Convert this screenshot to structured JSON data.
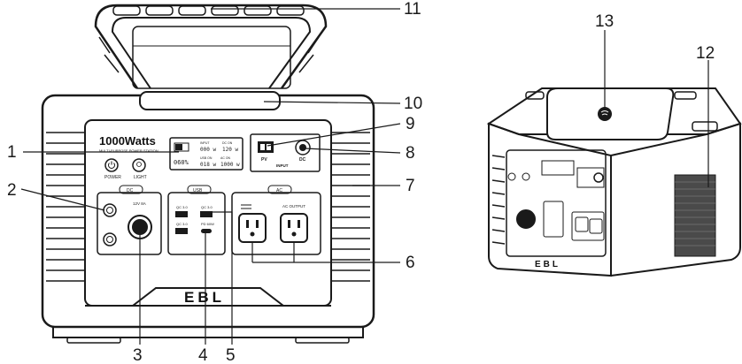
{
  "callouts": [
    "1",
    "2",
    "3",
    "4",
    "5",
    "6",
    "7",
    "8",
    "9",
    "10",
    "11",
    "12",
    "13"
  ],
  "device": {
    "brand_label": "1000Watts",
    "subtitle": "MULTI-PURPOSE POWER STATION",
    "logo": "EBL",
    "power_label": "POWER",
    "light_label": "LIGHT",
    "lcd": {
      "battery_percent": "060%",
      "input_label": "INPUT",
      "input_value": "000 w",
      "dc_on_label": "DC ON",
      "dc_on_value": "120 w",
      "usb_on_label": "USB ON",
      "usb_on_value": "018 w",
      "ac_on_label": "AC ON",
      "ac_on_value": "1000 w"
    },
    "input_panel": {
      "pv_label": "PV",
      "input_label": "INPUT",
      "dc_label": "DC"
    },
    "sections": {
      "dc": "DC",
      "usb": "USB",
      "ac": "AC"
    },
    "dc_output_label": "12V 8A",
    "qc_label": "QC 3.0",
    "pd_label": "PD 60W",
    "ac_output_label": "AC OUTPUT"
  }
}
